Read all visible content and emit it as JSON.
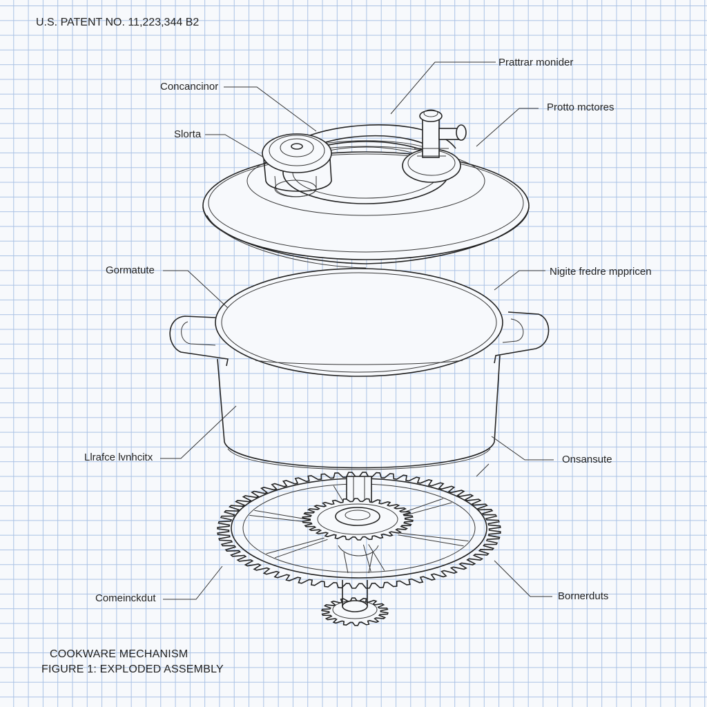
{
  "patent": {
    "number": "U.S. PATENT NO. 11,223,344 B2"
  },
  "labels": {
    "pratrar": "Prattrar monider",
    "concancinor": "Concancinor",
    "proto": "Protto mctores",
    "slorta": "Slorta",
    "gormatute": "Gormatute",
    "nigite": "Nigite fredre mppricen",
    "lirafce": "Llrafce lvnhcitx",
    "onsansute": "Onsansute",
    "comeinckut": "Comeinckdut",
    "bornerduts": "Bornerduts"
  },
  "caption": {
    "title": "COOKWARE MECHANISM",
    "figure": "FIGURE 1: EXPLODED ASSEMBLY"
  }
}
